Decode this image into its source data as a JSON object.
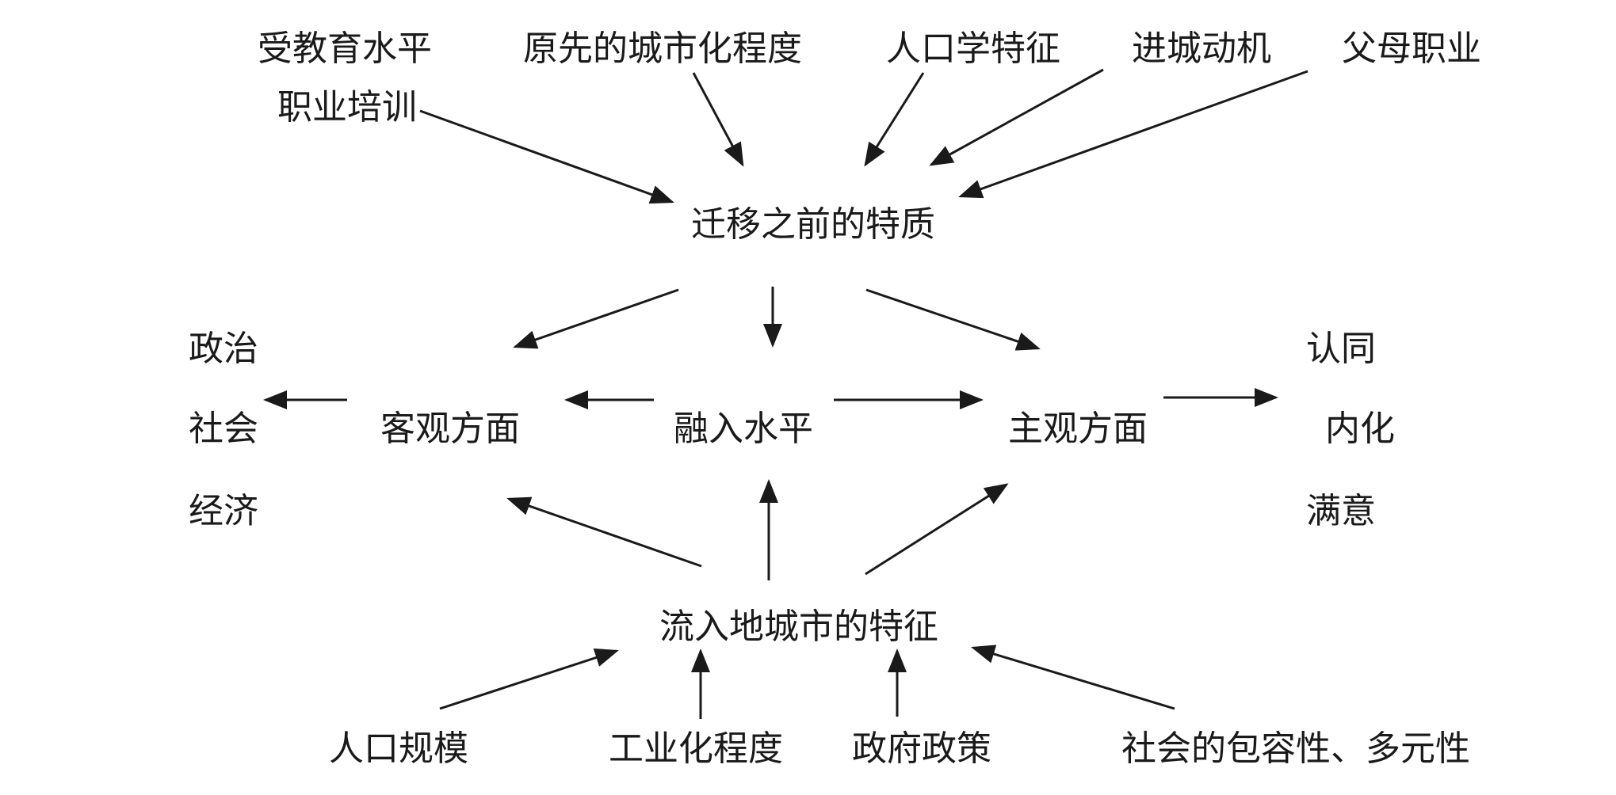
{
  "diagram": {
    "nodes": {
      "education": "受教育水平",
      "original_urbanization": "原先的城市化程度",
      "demographics": "人口学特征",
      "migration_motive": "进城动机",
      "parent_occupation": "父母职业",
      "vocational_training": "职业培训",
      "pre_migration_traits": "迁移之前的特质",
      "objective": "客观方面",
      "integration_level": "融入水平",
      "subjective": "主观方面",
      "politics": "政治",
      "society": "社会",
      "economy": "经济",
      "identity": "认同",
      "internalization": "内化",
      "satisfaction": "满意",
      "destination_city": "流入地城市的特征",
      "population_size": "人口规模",
      "industrialization": "工业化程度",
      "government_policy": "政府政策",
      "social_inclusiveness": "社会的包容性、多元性"
    },
    "edges": [
      [
        "vocational_training",
        "pre_migration_traits"
      ],
      [
        "original_urbanization",
        "pre_migration_traits"
      ],
      [
        "demographics",
        "pre_migration_traits"
      ],
      [
        "migration_motive",
        "pre_migration_traits"
      ],
      [
        "parent_occupation",
        "pre_migration_traits"
      ],
      [
        "pre_migration_traits",
        "objective"
      ],
      [
        "pre_migration_traits",
        "integration_level"
      ],
      [
        "pre_migration_traits",
        "subjective"
      ],
      [
        "integration_level",
        "objective"
      ],
      [
        "integration_level",
        "subjective"
      ],
      [
        "objective",
        "society"
      ],
      [
        "subjective",
        "internalization"
      ],
      [
        "destination_city",
        "objective"
      ],
      [
        "destination_city",
        "integration_level"
      ],
      [
        "destination_city",
        "subjective"
      ],
      [
        "population_size",
        "destination_city"
      ],
      [
        "industrialization",
        "destination_city"
      ],
      [
        "government_policy",
        "destination_city"
      ],
      [
        "social_inclusiveness",
        "destination_city"
      ]
    ]
  }
}
